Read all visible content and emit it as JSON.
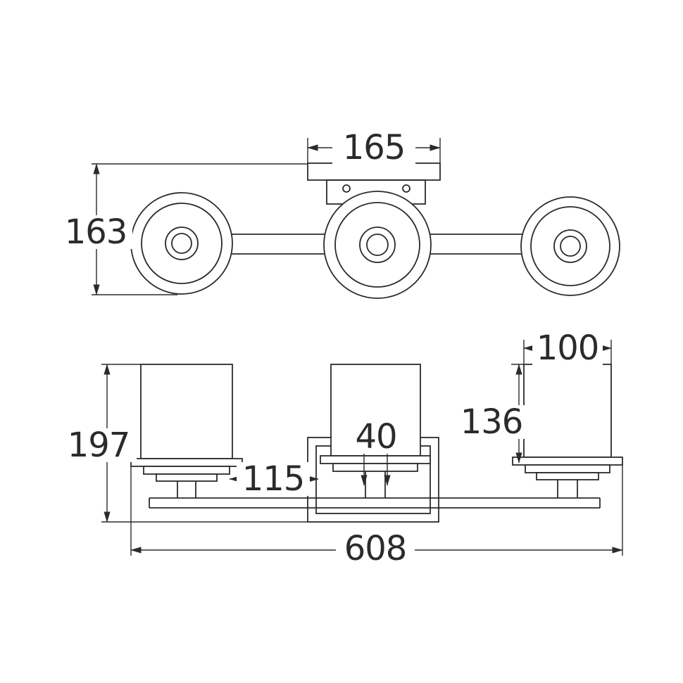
{
  "drawing": {
    "top_view": {
      "canopy_width": "165",
      "overall_depth": "163"
    },
    "front_view": {
      "shade_width": "100",
      "shade_height": "136",
      "overall_height": "197",
      "backplate_offset": "115",
      "stem_width": "40",
      "overall_width": "608"
    }
  },
  "colors": {
    "line": "#2b2b2b",
    "background": "#ffffff"
  }
}
